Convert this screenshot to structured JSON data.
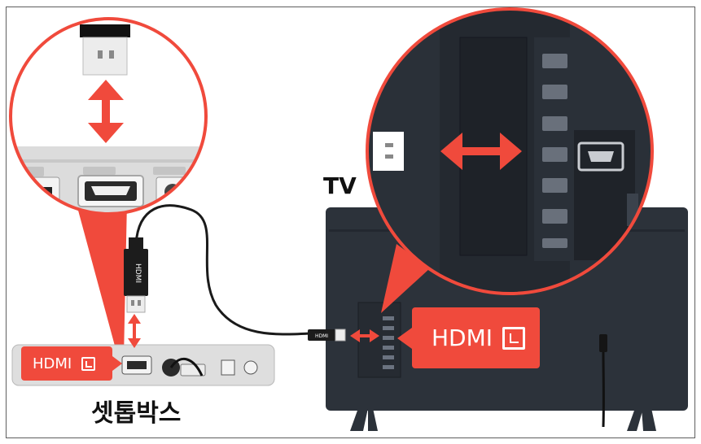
{
  "labels": {
    "tv": "TV",
    "set_top_box": "셋톱박스",
    "set_top_box_input_badge": "HDMI",
    "tv_input_badge": "HDMI",
    "cable_plug_text": "HDMI"
  },
  "icons": {
    "input_source": "input-source-icon",
    "double_arrow": "double-arrow-icon",
    "hdmi_port": "hdmi-port-icon"
  },
  "colors": {
    "accent": "#f04a3c",
    "tv_body": "#2c323a",
    "device_body": "#dedede",
    "cable": "#1a1a1a"
  }
}
